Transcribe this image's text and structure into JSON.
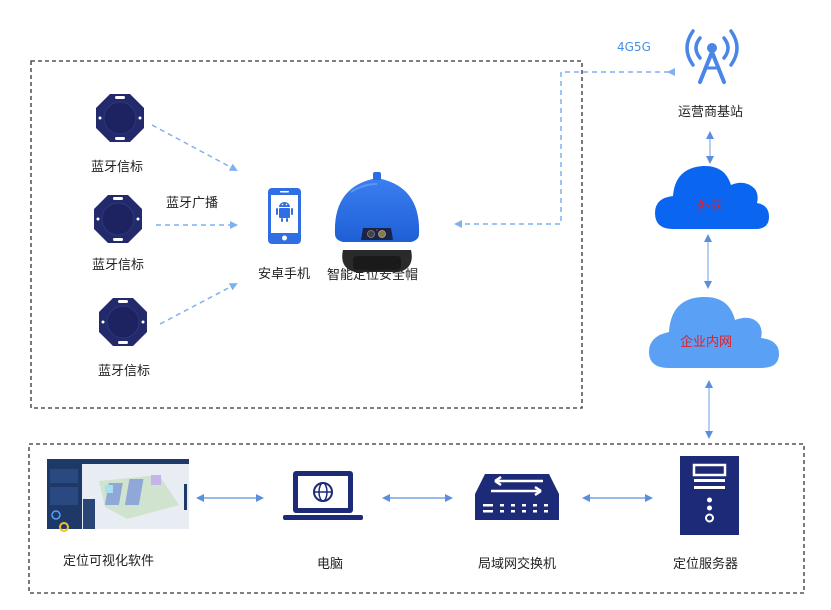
{
  "colors": {
    "beacon": "#232a6b",
    "device_blue": "#2f6fe3",
    "dark_navy": "#1c2a78",
    "cloud_outer": "#0a66f0",
    "cloud_inner": "#5aa0f5",
    "tower": "#4a86e8",
    "dashed_link": "#7fb0f0",
    "solid_link": "#5b8fdc",
    "cloud_text": "#e0202a",
    "box_border": "#333333"
  },
  "field_zone": {
    "beacons": [
      {
        "label": "蓝牙信标"
      },
      {
        "label": "蓝牙信标"
      },
      {
        "label": "蓝牙信标"
      }
    ],
    "broadcast_label": "蓝牙广播",
    "phone_label": "安卓手机",
    "helmet_label": "智能定位安全帽"
  },
  "network": {
    "link_label": "4G5G",
    "tower_label": "运营商基站",
    "internet_label": "外网",
    "intranet_label": "企业内网"
  },
  "backend_zone": {
    "software_label": "定位可视化软件",
    "computer_label": "电脑",
    "switch_label": "局域网交换机",
    "server_label": "定位服务器"
  }
}
